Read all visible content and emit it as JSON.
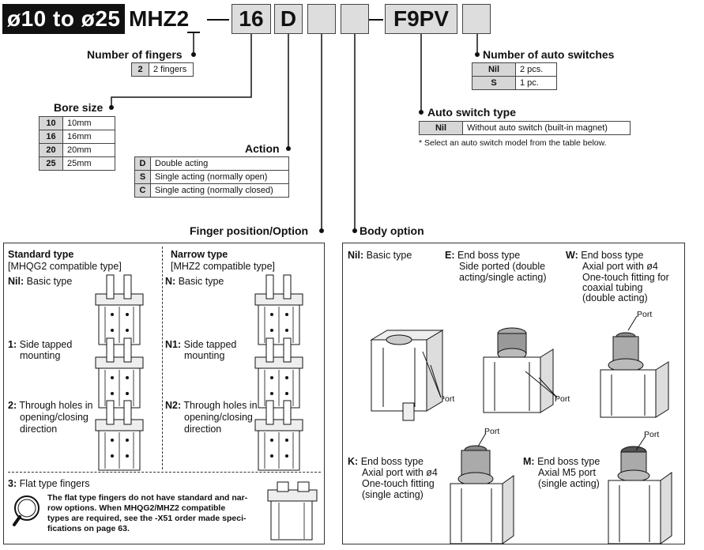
{
  "header": {
    "range_tag": "ø10 to ø25",
    "model": "MHZ2",
    "dash1": "–",
    "bore_box": "16",
    "action_box": "D",
    "dash2": "–",
    "switch_box": "F9PV"
  },
  "fingers": {
    "title": "Number of fingers",
    "rows": [
      {
        "code": "2",
        "desc": "2 fingers"
      }
    ]
  },
  "bore": {
    "title": "Bore size",
    "rows": [
      {
        "code": "10",
        "desc": "10mm"
      },
      {
        "code": "16",
        "desc": "16mm"
      },
      {
        "code": "20",
        "desc": "20mm"
      },
      {
        "code": "25",
        "desc": "25mm"
      }
    ]
  },
  "action": {
    "title": "Action",
    "rows": [
      {
        "code": "D",
        "desc": "Double acting"
      },
      {
        "code": "S",
        "desc": "Single acting (normally open)"
      },
      {
        "code": "C",
        "desc": "Single acting (normally closed)"
      }
    ]
  },
  "auto_switches": {
    "title": "Number of auto switches",
    "rows": [
      {
        "code": "Nil",
        "desc": "2 pcs."
      },
      {
        "code": "S",
        "desc": "1 pc."
      }
    ]
  },
  "switch_type": {
    "title": "Auto switch type",
    "rows": [
      {
        "code": "Nil",
        "desc": "Without auto switch (built-in magnet)"
      }
    ],
    "note": "* Select an auto switch model from the table below."
  },
  "finger_position": {
    "title": "Finger position/Option",
    "standard_title": "Standard type",
    "standard_sub": "[MHQG2 compatible type]",
    "narrow_title": "Narrow type",
    "narrow_sub": "[MHZ2 compatible type]",
    "items": {
      "nil_code": "Nil:",
      "nil_text": "Basic type",
      "one_code": "1:",
      "one_text1": "Side tapped",
      "one_text2": "mounting",
      "two_code": "2:",
      "two_text1": "Through holes in",
      "two_text2": "opening/closing",
      "two_text3": "direction",
      "n_code": "N:",
      "n_text": "Basic type",
      "n1_code": "N1:",
      "n1_text1": "Side tapped",
      "n1_text2": "mounting",
      "n2_code": "N2:",
      "n2_text1": "Through holes in",
      "n2_text2": "opening/closing",
      "n2_text3": "direction",
      "three_code": "3:",
      "three_text": "Flat type fingers"
    },
    "flat_note": [
      "The flat type fingers do not have standard and nar-",
      "row options. When MHQG2/MHZ2 compatible",
      "types are required, see the -X51 order made speci-",
      "fications on page 63."
    ]
  },
  "body_option": {
    "title": "Body option",
    "nil_code": "Nil:",
    "nil_text": "Basic type",
    "e_code": "E:",
    "e_text1": "End boss type",
    "e_text2": "Side ported (double",
    "e_text3": "acting/single acting)",
    "w_code": "W:",
    "w_text1": "End boss type",
    "w_text2": "Axial port with ø4",
    "w_text3": "One-touch fitting for",
    "w_text4": "coaxial tubing",
    "w_text5": "(double acting)",
    "k_code": "K:",
    "k_text1": "End boss type",
    "k_text2": "Axial port with ø4",
    "k_text3": "One-touch fitting",
    "k_text4": "(single acting)",
    "m_code": "M:",
    "m_text1": "End boss type",
    "m_text2": "Axial M5 port",
    "m_text3": "(single acting)",
    "port_label": "Port"
  }
}
